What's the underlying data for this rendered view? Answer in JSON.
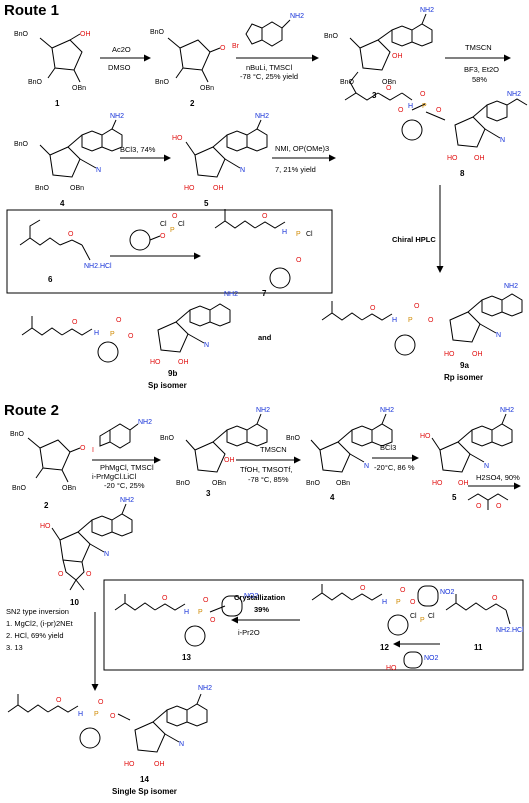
{
  "route1": {
    "title": "Route 1",
    "step1_reagents": [
      "Ac2O",
      "DMSO"
    ],
    "step2_reagents": [
      "nBuLi, TMSCl",
      "-78 °C, 25% yield"
    ],
    "step3_reagents": [
      "TMSCN",
      "BF3, Et2O",
      "58%"
    ],
    "step4_reagents": [
      "BCl3, 74%"
    ],
    "step5_reagents": [
      "NMI, OP(OMe)3",
      "7, 21% yield"
    ],
    "step6_reagents": [
      "Chiral HPLC"
    ],
    "and_text": "and",
    "compounds": {
      "c1": "1",
      "c2": "2",
      "c3": "3",
      "c4": "4",
      "c5": "5",
      "c6": "6",
      "c7": "7",
      "c8": "8",
      "c9a": "9a",
      "c9a_desc": "Rp isomer",
      "c9b": "9b",
      "c9b_desc": "Sp isomer"
    }
  },
  "route2": {
    "title": "Route 2",
    "step1_reagents": [
      "PhMgCl, TMSCl",
      "i-PrMgCl.LiCl",
      "-20 °C, 25%"
    ],
    "step2_reagents": [
      "TMSCN",
      "TfOH, TMSOTf,",
      "-78 °C, 85%"
    ],
    "step3_reagents": [
      "BCl3",
      "-20°C, 86 %"
    ],
    "step4_reagents": [
      "H2SO4, 90%"
    ],
    "inversion_reagents": [
      "SN2 type inversion",
      "1. MgCl2, (i-pr)2NEt",
      "2. HCl, 69% yield",
      "3. 13"
    ],
    "cryst_reagents": [
      "Crystallization",
      "39%",
      "i-Pr2O"
    ],
    "compounds": {
      "c2": "2",
      "c3": "3",
      "c4": "4",
      "c5": "5",
      "c10": "10",
      "c11": "11",
      "c12": "12",
      "c13": "13",
      "c14": "14",
      "c14_desc": "Single Sp isomer"
    }
  },
  "atoms": {
    "BnO": "BnO",
    "OBn": "OBn",
    "OH": "OH",
    "O": "O",
    "NH2": "NH2",
    "N": "N",
    "Br": "Br",
    "I": "I",
    "NH2HCl": "NH2.HCl",
    "NO2": "NO2",
    "HO": "HO",
    "Cl": "Cl",
    "P": "P",
    "NH": "H",
    "CN": "N"
  }
}
